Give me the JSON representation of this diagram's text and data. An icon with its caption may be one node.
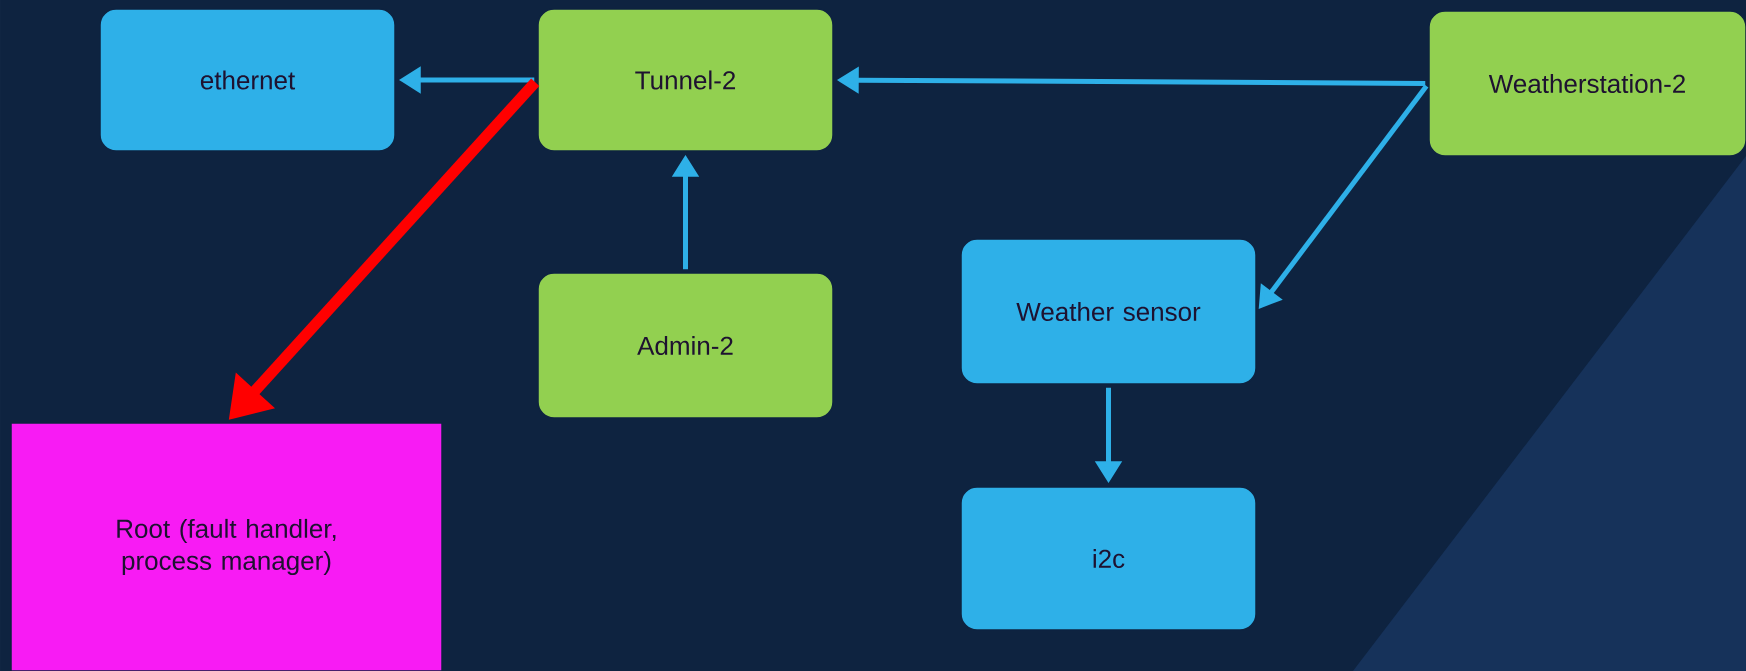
{
  "diagram": {
    "nodes": [
      {
        "text": [
          "ethernet"
        ]
      },
      {
        "text": [
          "Tunnel-2"
        ]
      },
      {
        "text": [
          "Weatherstation-2"
        ]
      },
      {
        "text": [
          "Admin-2"
        ]
      },
      {
        "text": [
          "Weather sensor"
        ]
      },
      {
        "text": [
          "Root (fault handler, process manager)"
        ]
      },
      {
        "text": [
          "i2c"
        ]
      }
    ],
    "edges": [
      {
        "from": 1,
        "to": 0,
        "arrow": "to"
      },
      {
        "from": 2,
        "to": 1,
        "arrow": "to"
      },
      {
        "from": 3,
        "to": 1,
        "arrow": "to"
      },
      {
        "from": 2,
        "to": 4,
        "arrow": "to"
      },
      {
        "from": 1,
        "to": 5,
        "arrow": "to",
        "style": "thick",
        "color": "#ff0000"
      },
      {
        "from": 4,
        "to": 6,
        "arrow": "to"
      }
    ]
  }
}
